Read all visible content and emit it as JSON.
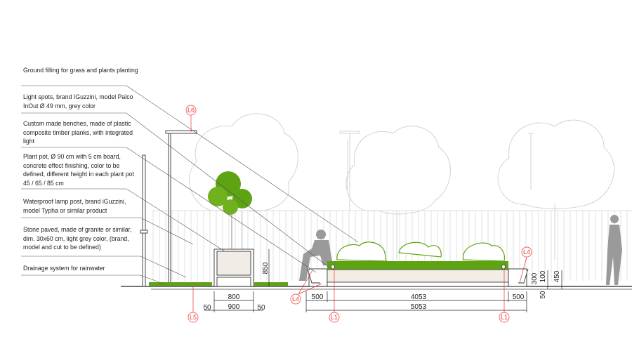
{
  "notes": [
    "Ground filling for grass and plants planting",
    "Light spots, brand IGuzzini, model Palco InOut Ø 49 mm, grey color",
    "Custom made benches, made of plastic composite timber planks, with integrated light",
    "Plant pot, Ø 90 cm with 5 cm board, concrete effect finishing, color to be defined, different height in each plant pot 45 / 65 / 85 cm",
    "Waterproof lamp post, brand iGuzzini, model Typha or similar product",
    "Stone paved, made of granite or similar, dim. 30x60 cm, light grey color, (brand, model and cut to be defined)",
    "Drainage system for rainwater"
  ],
  "tags": {
    "l6": "L6",
    "l5": "L5",
    "l4a": "L4",
    "l4b": "L4",
    "l1a": "L1",
    "l1b": "L1"
  },
  "dimensions": {
    "pot_height": "850",
    "pot_inner": "800",
    "pot_outer": "900",
    "pot_board_left": "50",
    "pot_board_right": "50",
    "bench_left": "500",
    "planter_inner": "4053",
    "planter_total": "5053",
    "bench_right": "500",
    "step_300": "300",
    "step_100": "100",
    "step_450": "450",
    "step_50": "50"
  },
  "colors": {
    "grass": "#5ea312",
    "tag": "#e33333",
    "silhouette": "#9a9a9a",
    "line": "#333333"
  }
}
